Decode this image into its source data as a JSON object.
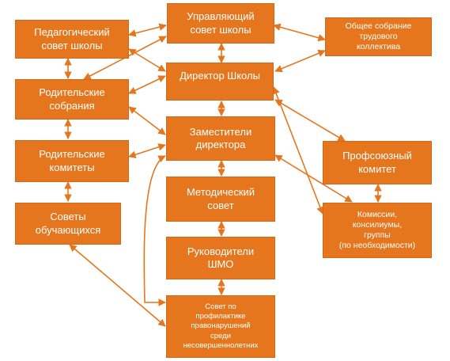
{
  "diagram": {
    "nodes": {
      "governing_council": "Управляющий\nсовет школы",
      "pedagogical_council": "Педагогический\nсовет школы",
      "general_assembly": "Общее собрание\nтрудового\nколлектива",
      "director": "Директор Школы",
      "parent_meetings": "Родительские\nсобрания",
      "deputy_directors": "Заместители\nдиректора",
      "parent_committees": "Родительские\nкомитеты",
      "union_committee": "Профсоюзный\nкомитет",
      "methodical_council": "Методический\nсовет",
      "commissions": "Комиссии,\nконсилиумы,\nгруппы\n(по необходимости)",
      "student_councils": "Советы\nобучающихся",
      "shmo_heads": "Руководители\nШМО",
      "prevention_council": "Совет по\nпрофилактике\nправонарушений\nсреди\nнесовершеннолетних"
    },
    "colors": {
      "box": "#e6761d",
      "arrow": "#e6761d",
      "text": "#ffffff"
    }
  }
}
